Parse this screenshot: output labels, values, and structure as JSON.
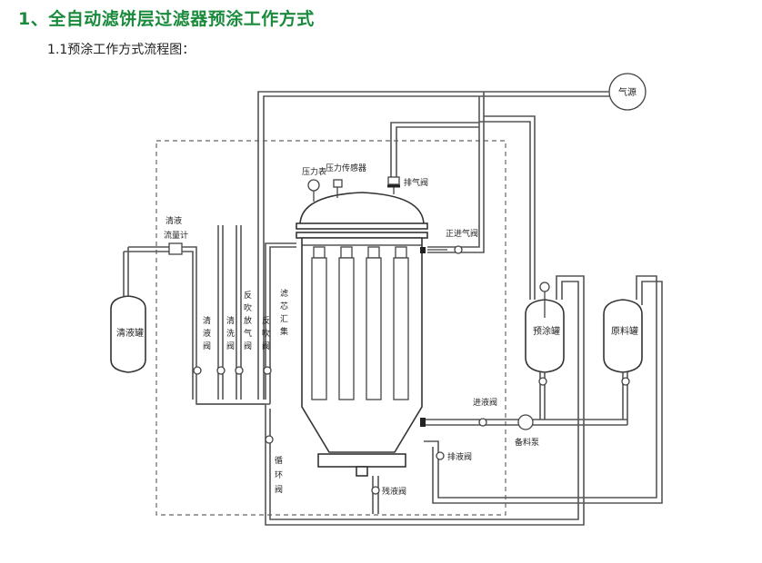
{
  "header": {
    "title": "1、全自动滤饼层过滤器预涂工作方式",
    "subtitle": "1.1预涂工作方式流程图："
  },
  "diagram": {
    "labels": {
      "air_source": "气源",
      "pressure_gauge": "压力表",
      "pressure_sensor": "压力传感器",
      "vent_valve": "排气阀",
      "positive_air_valve": "正进气阀",
      "clear_liquid_flowmeter": "清液流量计",
      "clear_liquid_tank": "清液罐",
      "clear_liquid_valve": "清液阀",
      "wash_valve": "清洗阀",
      "backblow_vent_valve": "反吹放气阀",
      "backblow_valve": "反吹阀",
      "filter_element_manifold": "滤芯汇集",
      "precoat_tank": "预涂罐",
      "raw_material_tank": "原料罐",
      "inlet_valve": "进液阀",
      "feed_pump": "备料泵",
      "drain_valve": "排液阀",
      "circulation_valve": "循环阀",
      "residue_valve": "残液阀"
    }
  }
}
